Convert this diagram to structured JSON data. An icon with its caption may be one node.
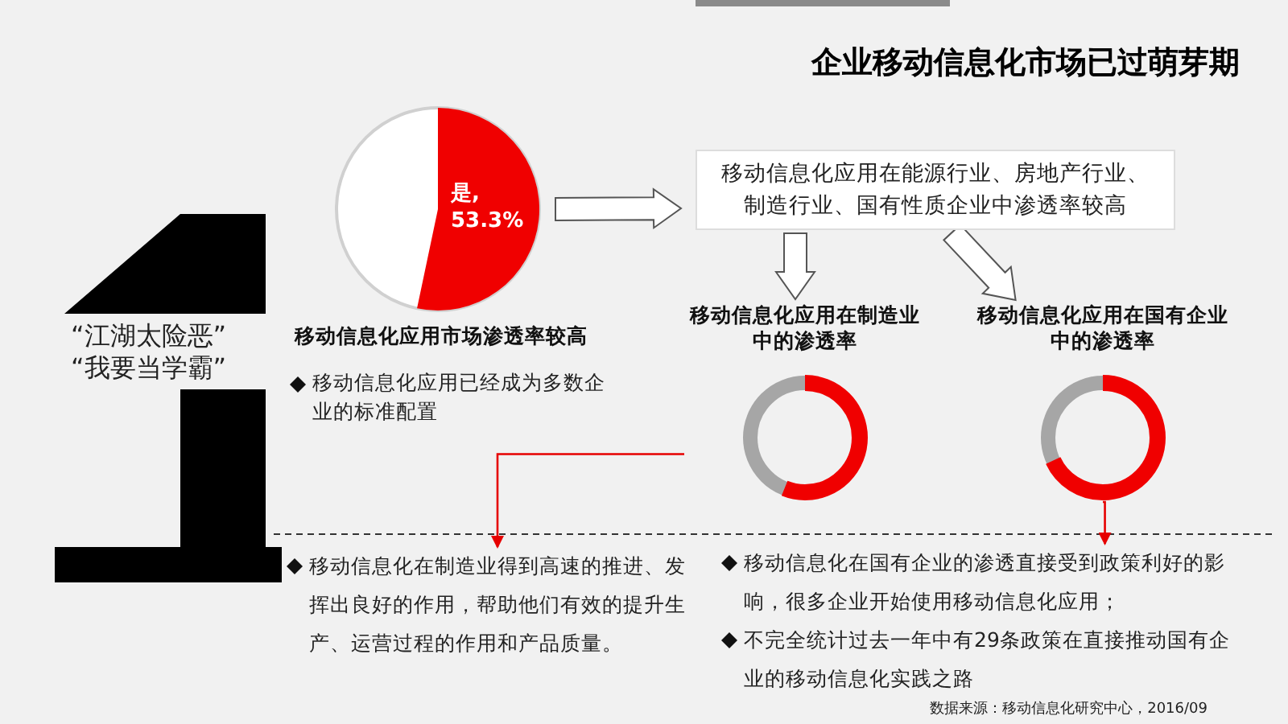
{
  "diagram": {
    "title": "企业移动信息化市场已过萌芽期",
    "nodes": [
      {
        "text": [
          "是, 53.3%"
        ],
        "beside": [
          "移动信息化应用市场渗透率较高"
        ]
      },
      {
        "text": [
          "移动信息化应用在能源行业、房地产行业、制造行业、国有性质企业中渗透率较高"
        ]
      },
      {
        "text": [
          "移动信息化应用在制造业中的渗透率"
        ]
      },
      {
        "text": [
          "移动信息化应用在国有企业中的渗透率"
        ]
      },
      {
        "text": [
          "移动信息化在制造业得到高速的推进、发挥出良好的作用，帮助他们有效的提升生产、运营过程的作用和产品质量。"
        ]
      },
      {
        "text": [
          "移动信息化在国有企业的渗透直接受到政策利好的影响，很多企业开始使用移动信息化应用；",
          "不完全统计过去一年中有29条政策在直接推动国有企业的移动信息化实践之路"
        ]
      }
    ],
    "edges": [
      {
        "from": 0,
        "to": 1,
        "arrow": "to"
      },
      {
        "from": 1,
        "to": 2,
        "arrow": "to"
      },
      {
        "from": 1,
        "to": 3,
        "arrow": "to"
      },
      {
        "from": 2,
        "to": 4,
        "arrow": "to",
        "color": "#e60000"
      },
      {
        "from": 3,
        "to": 5,
        "arrow": "to",
        "color": "#e60000"
      }
    ],
    "labels": [
      "“江湖太险恶”",
      "“我要当学霸”",
      "移动信息化应用已经成为多数企业的标准配置",
      "数据来源：移动信息化研究中心，2016/09"
    ]
  }
}
